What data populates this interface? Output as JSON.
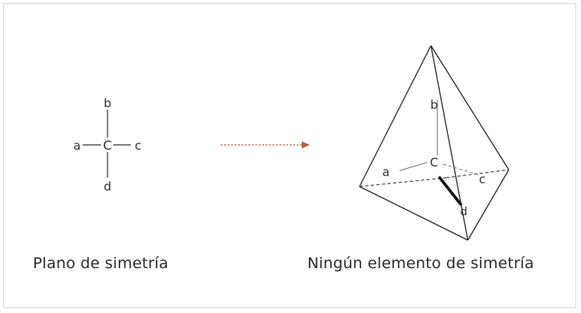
{
  "left_diagram": {
    "center": "C",
    "top": "b",
    "left": "a",
    "right": "c",
    "bottom": "d"
  },
  "right_diagram": {
    "center": "C",
    "top": "b",
    "left": "a",
    "right": "c",
    "bottom": "d"
  },
  "captions": {
    "left": "Plano de simetría",
    "right": "Ningún elemento de simetría"
  },
  "colors": {
    "arrow": "#b4604a",
    "lines": "#2a2a2a"
  }
}
